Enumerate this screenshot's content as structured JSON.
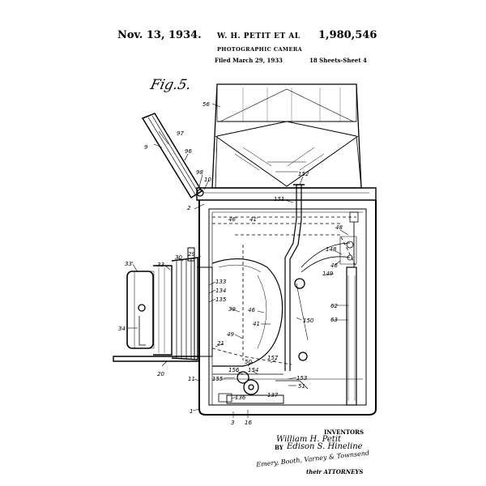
{
  "header": {
    "date": "Nov. 13, 1934.",
    "inventors_line": "W. H. PETIT ET AL",
    "title": "PHOTOGRAPHIC CAMERA",
    "filed": "Filed March 29, 1933",
    "sheets": "18 Sheets-Sheet 4",
    "patent_number": "1,980,546"
  },
  "figure_label": "Fig.5.",
  "reference_numerals": {
    "n56": "56",
    "n9": "9",
    "n97": "97",
    "n96": "96",
    "n98": "98",
    "n10": "10",
    "n2": "2",
    "n152": "152",
    "n151": "151",
    "n46a": "46'",
    "n41a": "41'",
    "n48": "48",
    "n148": "148",
    "n46b": "46",
    "n149": "149",
    "n62": "62",
    "n63": "63",
    "n33p": "33'",
    "n33": "33",
    "n30": "30",
    "n29": "29",
    "n133": "133",
    "n134": "134",
    "n135": "135",
    "n39": "39",
    "n46c": "46",
    "n41b": "41",
    "n150": "150",
    "n34": "34",
    "n49": "49",
    "n21": "21",
    "n157": "157",
    "n50": "50",
    "n20": "20",
    "n156": "156",
    "n154": "154",
    "n11": "11",
    "n155": "155",
    "n153": "153",
    "n51": "51",
    "n1": "1",
    "n136": "136",
    "n137": "137",
    "n3": "3",
    "n16": "16"
  },
  "signature_block": {
    "inventors_label": "INVENTORS",
    "inventor_1": "William H. Petit",
    "by": "BY",
    "inventor_2": "Edison S. Hineline",
    "attorney_signature": "Emery, Booth, Varney & Townsend",
    "attorneys_label": "their ATTORNEYS"
  }
}
